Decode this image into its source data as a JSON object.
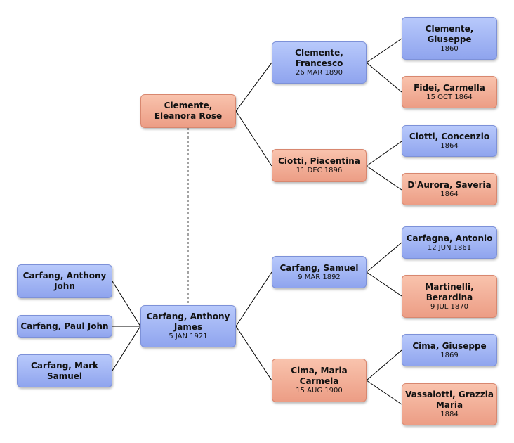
{
  "people": {
    "eleanora": {
      "name": "Clemente, Eleanora Rose",
      "date": ""
    },
    "francesco": {
      "name": "Clemente, Francesco",
      "date": "26 MAR 1890"
    },
    "piacentina": {
      "name": "Ciotti, Piacentina",
      "date": "11 DEC 1896"
    },
    "giuseppe_cl": {
      "name": "Clemente, Giuseppe",
      "date": "1860"
    },
    "carmella": {
      "name": "Fidei, Carmella",
      "date": "15 OCT 1864"
    },
    "concenzio": {
      "name": "Ciotti, Concenzio",
      "date": "1864"
    },
    "saveria": {
      "name": "D'Aurora, Saveria",
      "date": "1864"
    },
    "anthony_john": {
      "name": "Carfang, Anthony John",
      "date": ""
    },
    "paul_john": {
      "name": "Carfang, Paul John",
      "date": ""
    },
    "mark_samuel": {
      "name": "Carfang, Mark Samuel",
      "date": ""
    },
    "anthony_james": {
      "name": "Carfang, Anthony James",
      "date": "5 JAN 1921"
    },
    "samuel": {
      "name": "Carfang, Samuel",
      "date": "9 MAR 1892"
    },
    "maria_carmela": {
      "name": "Cima, Maria Carmela",
      "date": "15 AUG 1900"
    },
    "antonio": {
      "name": "Carfagna, Antonio",
      "date": "12 JUN 1861"
    },
    "berardina": {
      "name": "Martinelli, Berardina",
      "date": "9 JUL 1870"
    },
    "giuseppe_ci": {
      "name": "Cima, Giuseppe",
      "date": "1869"
    },
    "grazzia": {
      "name": "Vassalotti, Grazzia Maria",
      "date": "1884"
    }
  },
  "colors": {
    "male": "#9fb3f3",
    "female": "#f2ad96",
    "line": "#000000",
    "spouse_link": "#666666"
  }
}
